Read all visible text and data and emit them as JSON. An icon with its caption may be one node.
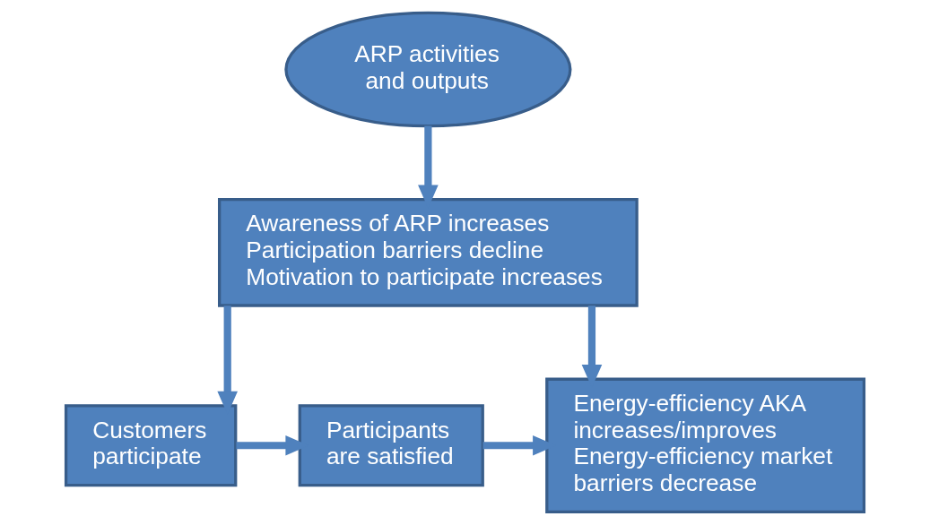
{
  "diagram": {
    "nodes": [
      {
        "text": [
          "ARP activities and outputs"
        ]
      },
      {
        "text": [
          "Awareness of ARP increases",
          "Participation barriers decline",
          "Motivation to participate increases"
        ]
      },
      {
        "text": [
          "Energy-efficiency AKA increases/improves",
          "Energy-efficiency market barriers decrease"
        ]
      },
      {
        "text": [
          "Participants are satisfied"
        ]
      },
      {
        "text": [
          "Customers participate"
        ]
      }
    ],
    "edges": [
      {
        "from": 0,
        "to": 1,
        "arrow": "to"
      },
      {
        "from": 1,
        "to": 2,
        "arrow": "to"
      },
      {
        "from": 1,
        "to": 4,
        "arrow": "to"
      },
      {
        "from": 4,
        "to": 3,
        "arrow": "to"
      },
      {
        "from": 3,
        "to": 2,
        "arrow": "to"
      }
    ]
  }
}
